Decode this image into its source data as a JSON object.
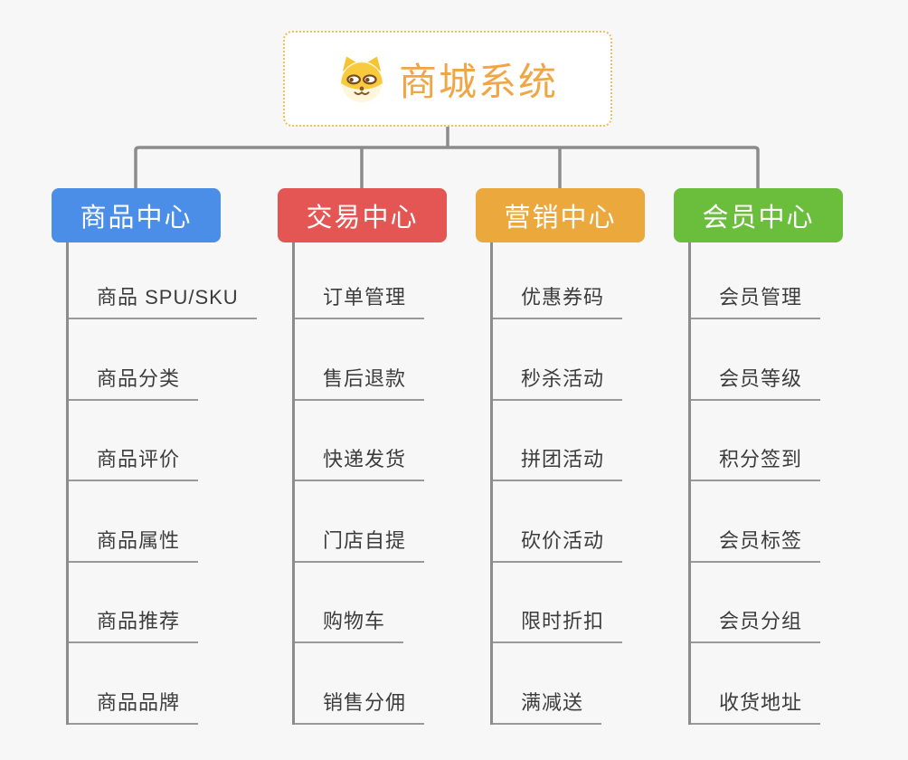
{
  "root": {
    "title": "商城系统",
    "icon": "dog-face-icon",
    "text_color": "#F0A644",
    "border_color": "#F5BC58",
    "background": "#FFFFFF"
  },
  "branches": [
    {
      "label": "商品中心",
      "color": "#4A8EE8",
      "items": [
        "商品 SPU/SKU",
        "商品分类",
        "商品评价",
        "商品属性",
        "商品推荐",
        "商品品牌"
      ]
    },
    {
      "label": "交易中心",
      "color": "#E45653",
      "items": [
        "订单管理",
        "售后退款",
        "快递发货",
        "门店自提",
        "购物车",
        "销售分佣"
      ]
    },
    {
      "label": "营销中心",
      "color": "#EBA83C",
      "items": [
        "优惠券码",
        "秒杀活动",
        "拼团活动",
        "砍价活动",
        "限时折扣",
        "满减送"
      ]
    },
    {
      "label": "会员中心",
      "color": "#6BBE3C",
      "items": [
        "会员管理",
        "会员等级",
        "积分签到",
        "会员标签",
        "会员分组",
        "收货地址"
      ]
    }
  ],
  "canvas": {
    "background": "#F7F7F7",
    "connector_color": "#8C8C8C",
    "underline_color": "#999999",
    "item_text_color": "#3C3C3C"
  }
}
